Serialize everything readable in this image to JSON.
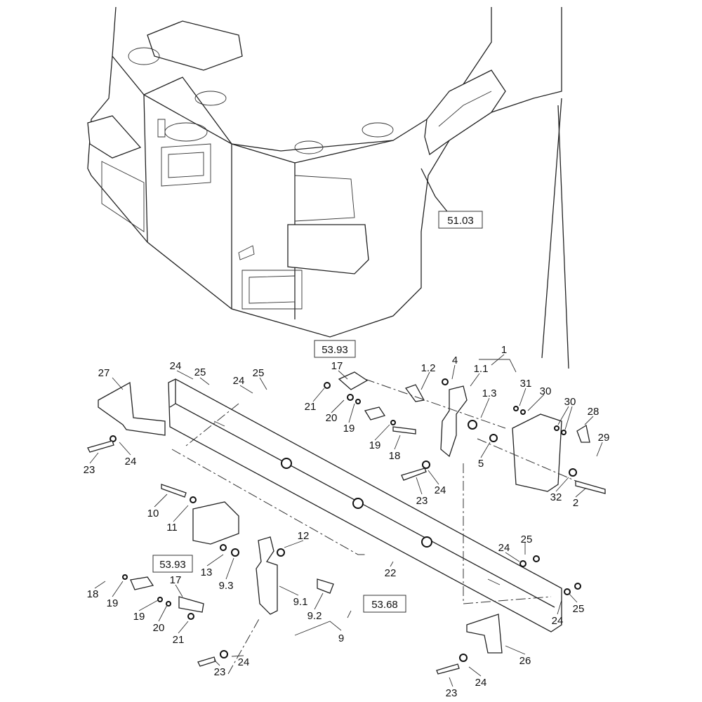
{
  "diagram": {
    "type": "exploded parts diagram",
    "reference_boxes": [
      "51.03",
      "53.93",
      "53.93",
      "53.68"
    ],
    "callouts": {
      "top": [
        "25",
        "24",
        "27",
        "24",
        "25",
        "17",
        "1.2",
        "4",
        "1.1",
        "1",
        "1.3",
        "31",
        "30",
        "30",
        "28",
        "29",
        "21",
        "20",
        "19",
        "19",
        "18",
        "5",
        "23",
        "24",
        "32",
        "2",
        "23",
        "24"
      ],
      "bottom": [
        "10",
        "11",
        "12",
        "13",
        "9.3",
        "9.1",
        "9.2",
        "9",
        "22",
        "25",
        "24",
        "25",
        "24",
        "26",
        "23",
        "24",
        "18",
        "19",
        "17",
        "19",
        "20",
        "21",
        "23",
        "24"
      ]
    }
  }
}
